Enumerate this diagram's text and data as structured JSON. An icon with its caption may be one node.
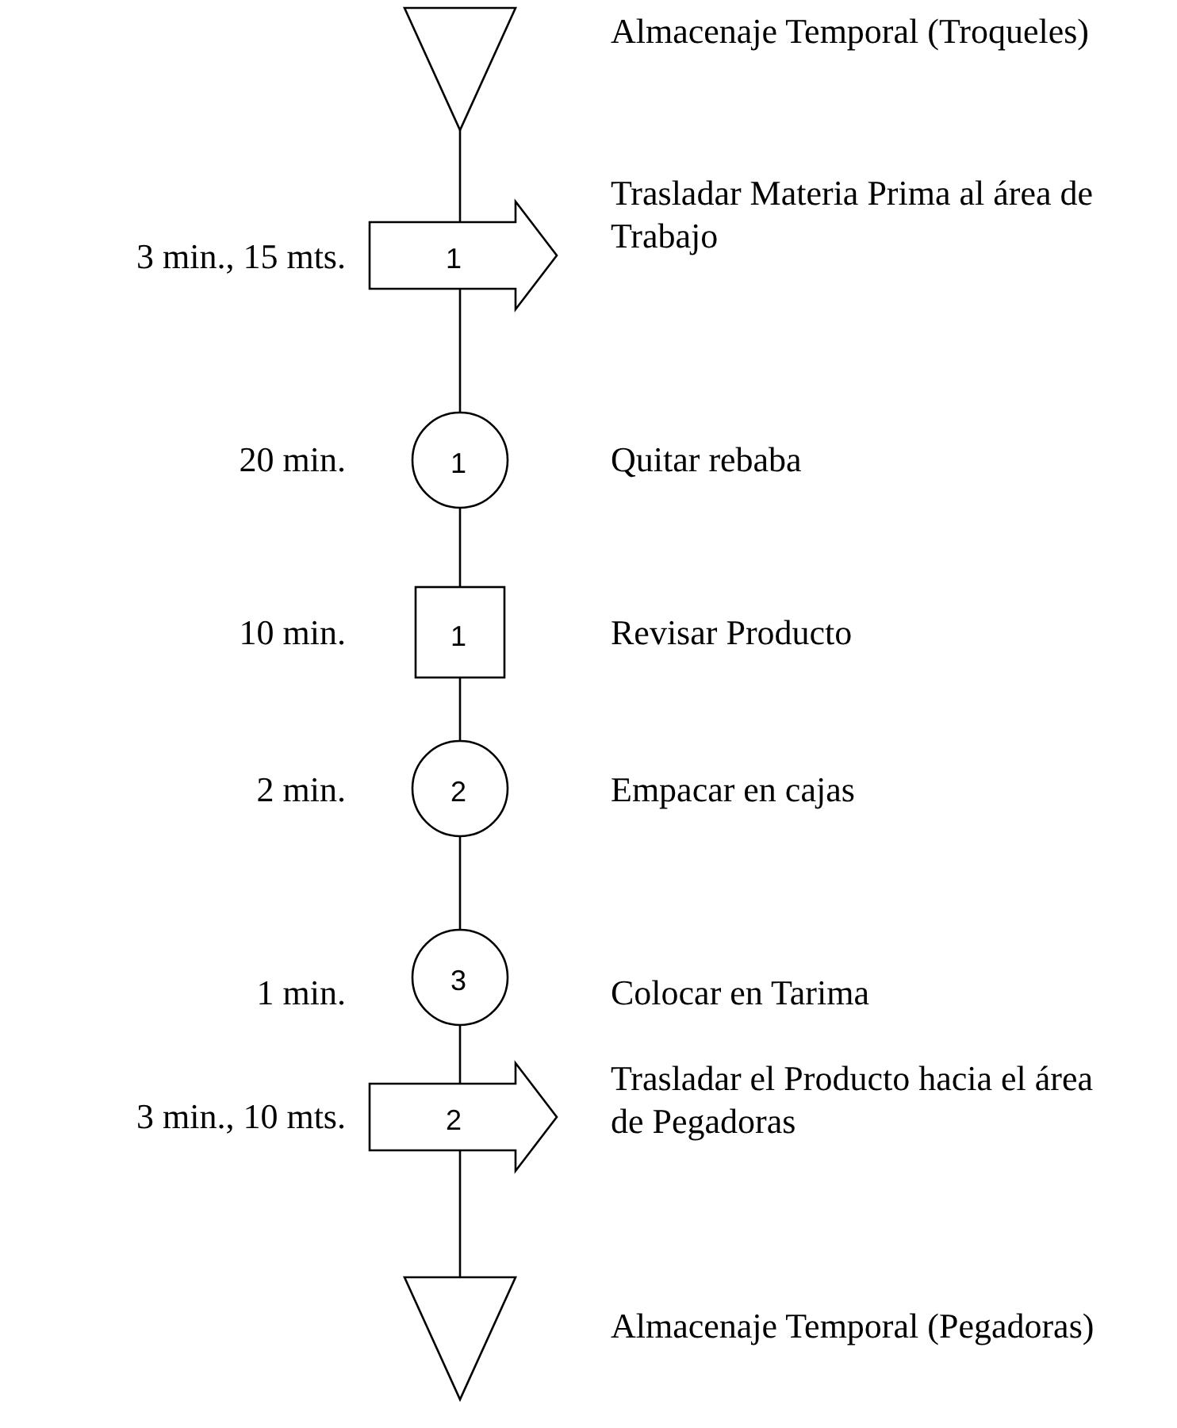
{
  "diagram": {
    "nodes": [
      {
        "text": [],
        "shape": "triangle",
        "beside": [
          "Almacenaje Temporal (Troqueles)"
        ]
      },
      {
        "text": [
          "1"
        ],
        "beside": [
          "3 min., 15 mts.",
          "Trasladar Materia Prima al área de Trabajo"
        ]
      },
      {
        "text": [
          "1"
        ],
        "beside": [
          "20 min.",
          "Quitar rebaba"
        ]
      },
      {
        "text": [
          "1"
        ],
        "beside": [
          "10 min.",
          "Revisar Producto"
        ]
      },
      {
        "text": [
          "2"
        ],
        "beside": [
          "2 min.",
          "Empacar en cajas"
        ]
      },
      {
        "text": [
          "3"
        ],
        "beside": [
          "1 min.",
          "Colocar en Tarima"
        ]
      },
      {
        "text": [
          "2"
        ],
        "beside": [
          "3 min., 10 mts.",
          "Trasladar el Producto hacia el área de Pegadoras"
        ]
      },
      {
        "text": [],
        "shape": "triangle",
        "beside": [
          "Almacenaje Temporal (Pegadoras)"
        ]
      }
    ],
    "edges": [
      {
        "from": 0,
        "to": 1,
        "arrow": "none"
      },
      {
        "from": 1,
        "to": 2,
        "arrow": "none"
      },
      {
        "from": 2,
        "to": 3,
        "arrow": "none"
      },
      {
        "from": 3,
        "to": 4,
        "arrow": "none"
      },
      {
        "from": 4,
        "to": 5,
        "arrow": "none"
      },
      {
        "from": 5,
        "to": 6,
        "arrow": "none"
      },
      {
        "from": 6,
        "to": 7,
        "arrow": "none"
      }
    ]
  }
}
